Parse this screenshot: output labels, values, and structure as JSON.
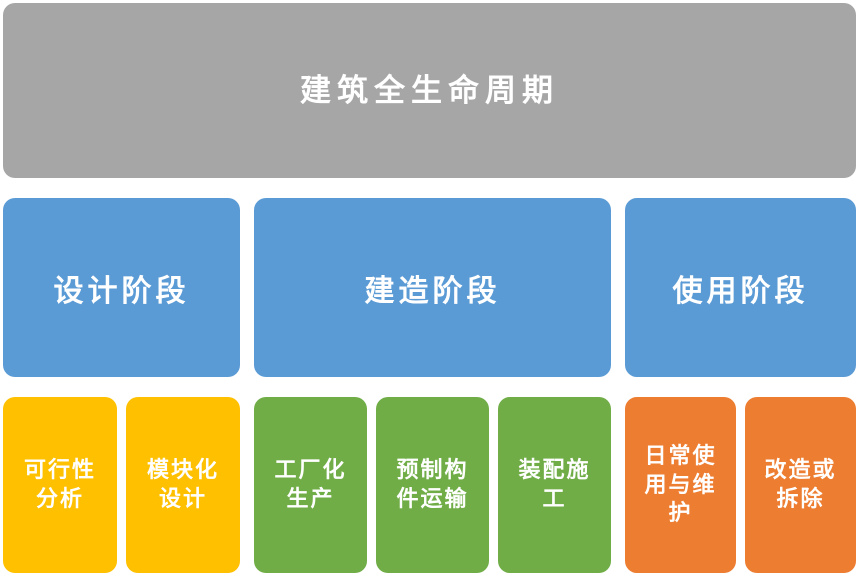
{
  "title": "建筑全生命周期",
  "colors": {
    "title_bg": "#a6a6a6",
    "stage_bg": "#5b9bd5",
    "design_item_bg": "#ffc000",
    "construction_item_bg": "#70ad47",
    "use_item_bg": "#ed7d31",
    "text": "#ffffff",
    "page_bg": "#ffffff"
  },
  "stages": [
    {
      "label": "设计阶段",
      "color": "#5b9bd5",
      "items": [
        {
          "label": "可行性\n分析",
          "color": "#ffc000"
        },
        {
          "label": "模块化\n设计",
          "color": "#ffc000"
        }
      ]
    },
    {
      "label": "建造阶段",
      "color": "#5b9bd5",
      "items": [
        {
          "label": "工厂化\n生产",
          "color": "#70ad47"
        },
        {
          "label": "预制构\n件运输",
          "color": "#70ad47"
        },
        {
          "label": "装配施\n工",
          "color": "#70ad47"
        }
      ]
    },
    {
      "label": "使用阶段",
      "color": "#5b9bd5",
      "items": [
        {
          "label": "日常使\n用与维\n护",
          "color": "#ed7d31"
        },
        {
          "label": "改造或\n拆除",
          "color": "#ed7d31"
        }
      ]
    }
  ]
}
